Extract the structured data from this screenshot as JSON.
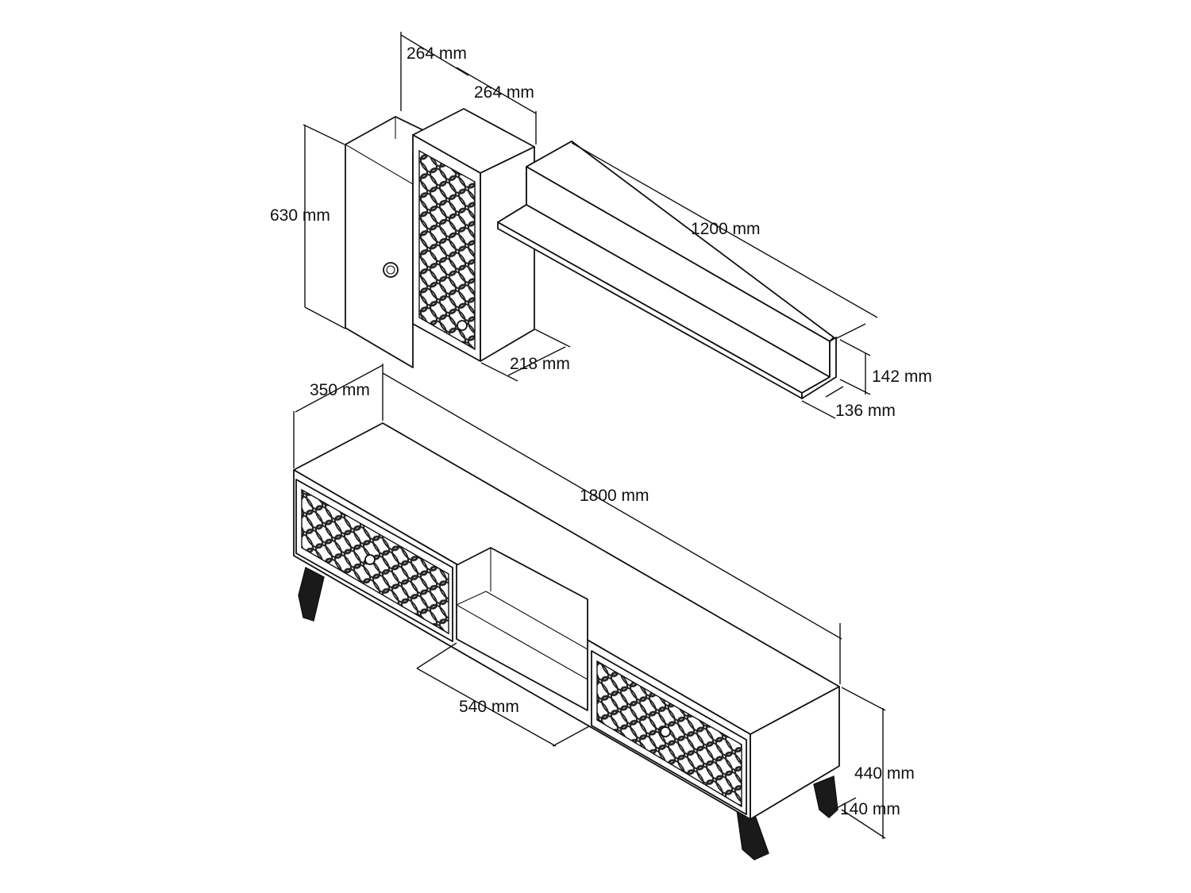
{
  "colors": {
    "line": "#111111",
    "background": "#ffffff",
    "door_pattern": "#222222"
  },
  "dimensions": {
    "wall_cabinet_open_depth": "264 mm",
    "wall_cabinet_door_depth": "264 mm",
    "wall_cabinet_height": "630 mm",
    "wall_cabinet_width": "218 mm",
    "shelf_length": "1200 mm",
    "shelf_height": "142 mm",
    "shelf_depth": "136 mm",
    "tv_unit_depth": "350 mm",
    "tv_unit_length": "1800 mm",
    "tv_unit_open_section": "540 mm",
    "tv_unit_height": "440 mm",
    "tv_unit_leg_height": "140 mm"
  }
}
